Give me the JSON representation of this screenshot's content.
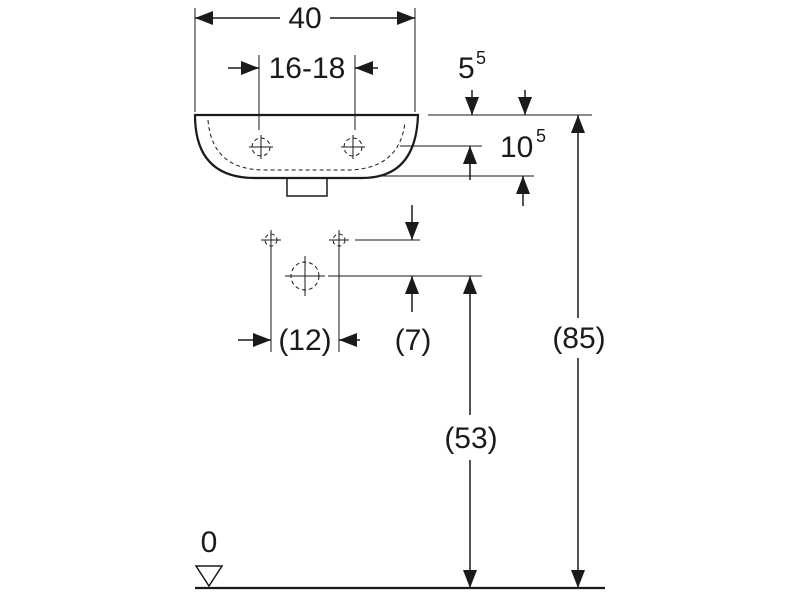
{
  "labels": {
    "overall_width": "40",
    "tap_hole_spacing": "16-18",
    "rim_top_main": "5",
    "rim_top_sup": "5",
    "bowl_depth_main": "10",
    "bowl_depth_sup": "5",
    "supply_spacing": "(12)",
    "supply_offset": "(7)",
    "waste_height": "(53)",
    "rim_height": "(85)",
    "floor_level": "0"
  },
  "colors": {
    "line": "#1a1a1a",
    "background": "#ffffff"
  }
}
